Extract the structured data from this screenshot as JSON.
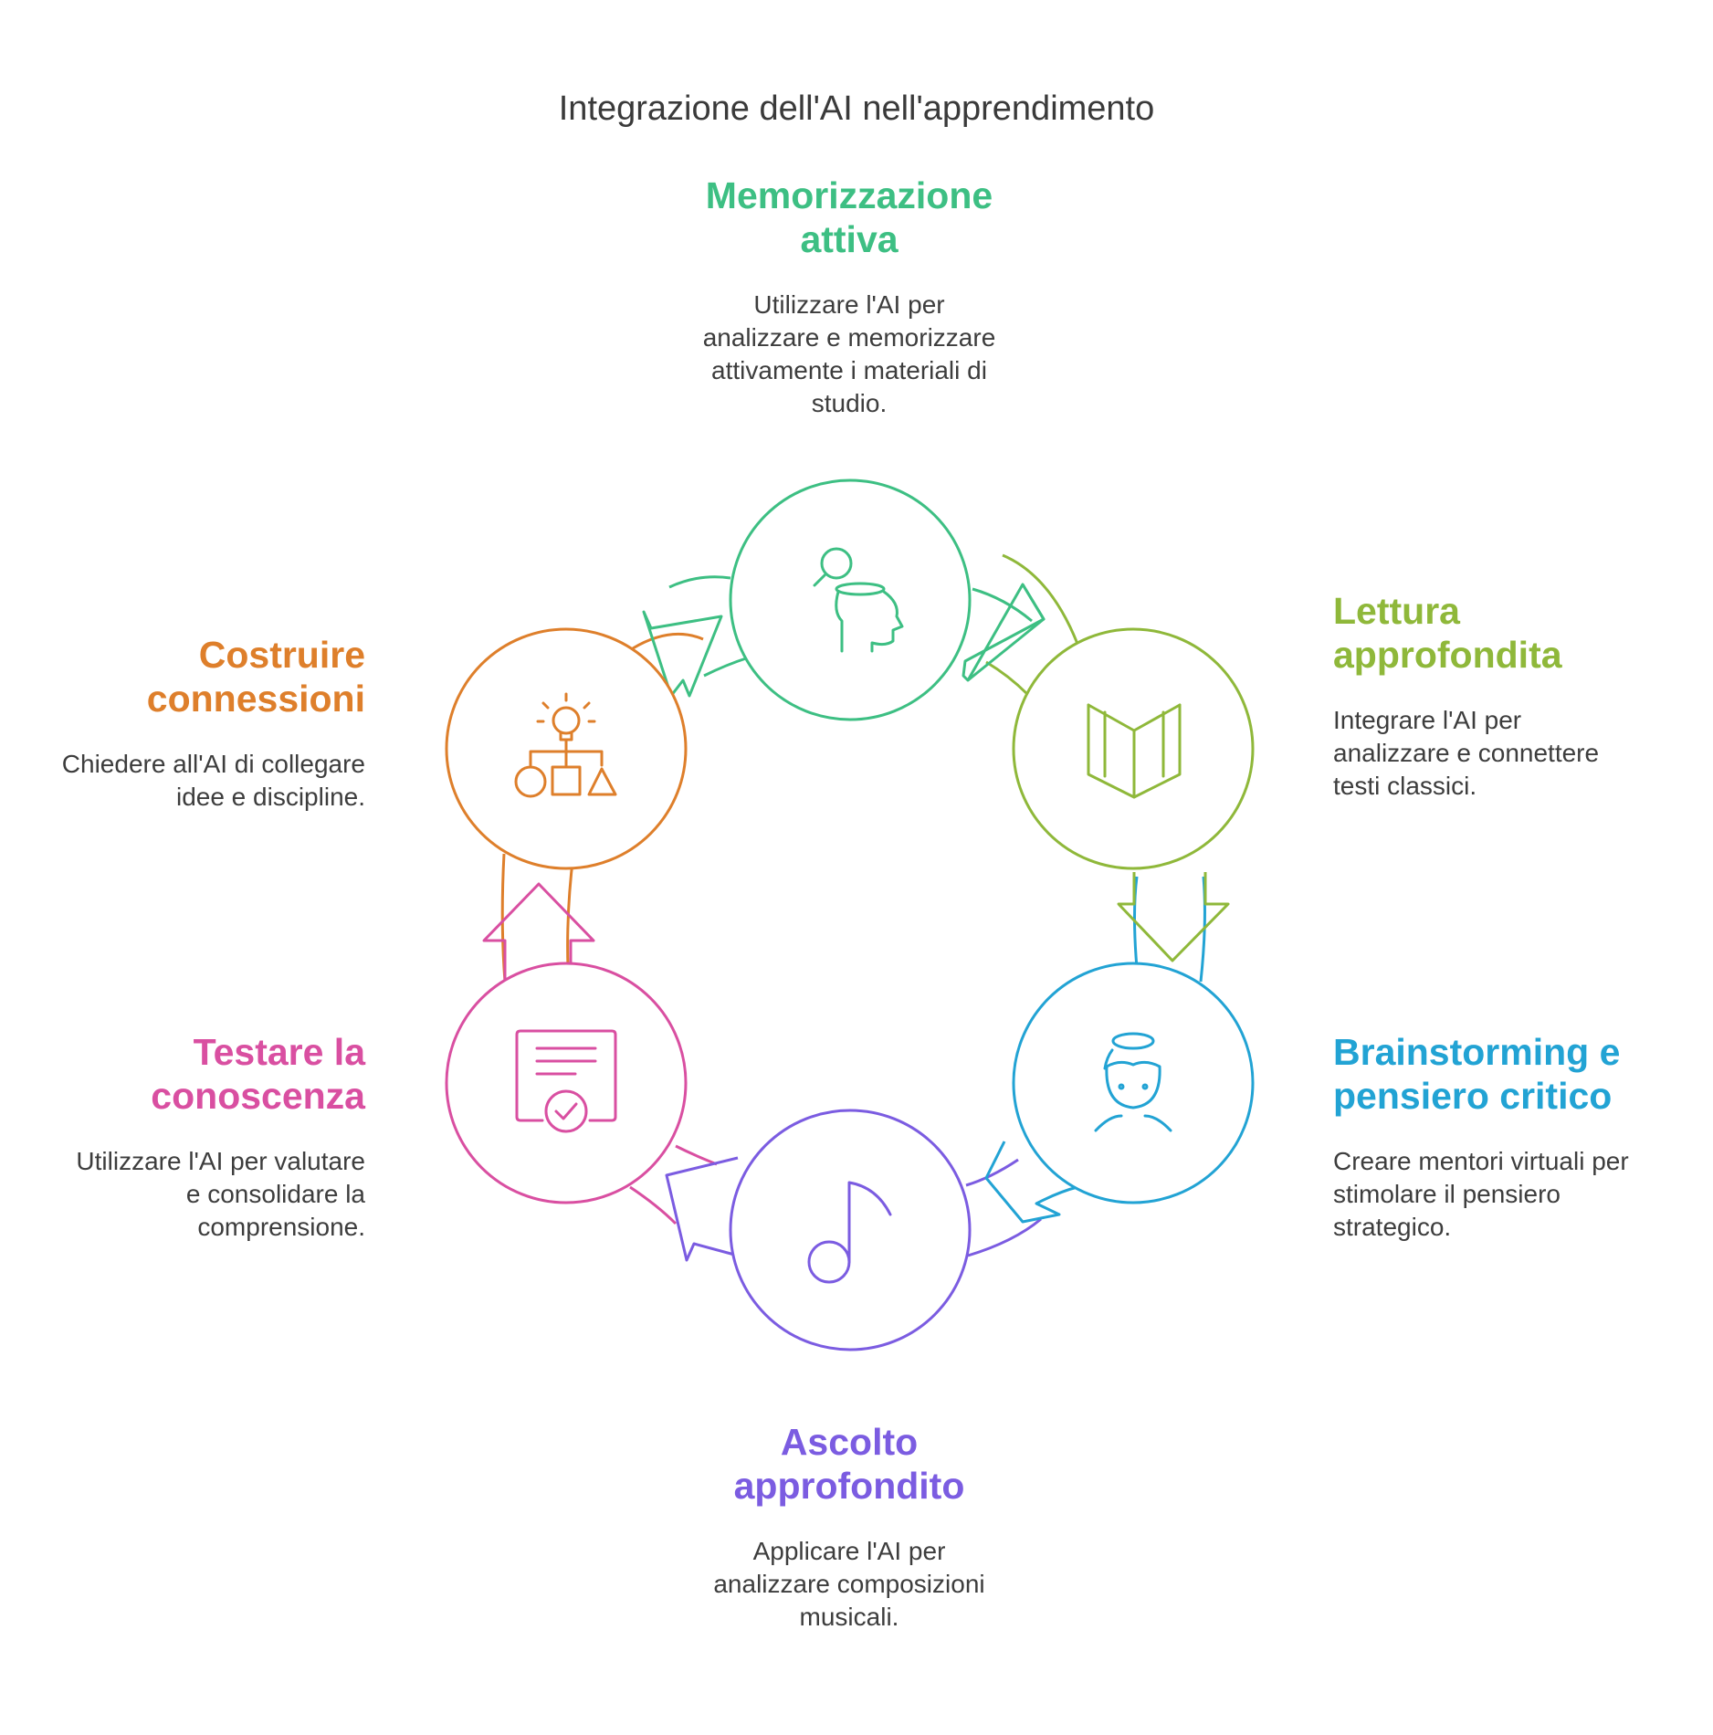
{
  "title": "Integrazione dell'AI nell'apprendimento",
  "steps": [
    {
      "id": "memorizzazione",
      "heading": "Memorizzazione\nattiva",
      "description": "Utilizzare l'AI per\nanalizzare e memorizzare\nattivamente i materiali di\nstudio.",
      "color": "#3DBF83",
      "icon": "head-search-icon"
    },
    {
      "id": "lettura",
      "heading": "Lettura\napprofondita",
      "description": "Integrare l'AI per\nanalizzare e connettere\ntesti classici.",
      "color": "#8FB83A",
      "icon": "open-book-icon"
    },
    {
      "id": "brainstorming",
      "heading": "Brainstorming e\npensiero critico",
      "description": "Creare mentori virtuali per\nstimolare il pensiero\nstrategico.",
      "color": "#22A3D4",
      "icon": "mentor-face-icon"
    },
    {
      "id": "ascolto",
      "heading": "Ascolto\napprofondito",
      "description": "Applicare l'AI per\nanalizzare composizioni\nmusicali.",
      "color": "#7B5CE1",
      "icon": "music-note-icon"
    },
    {
      "id": "testare",
      "heading": "Testare la\nconoscenza",
      "description": "Utilizzare l'AI per valutare\ne consolidare la\ncomprensione.",
      "color": "#D94FA1",
      "icon": "certificate-icon"
    },
    {
      "id": "costruire",
      "heading": "Costruire\nconnessioni",
      "description": "Chiedere all'AI di collegare\nidee e discipline.",
      "color": "#DE7F2B",
      "icon": "idea-shapes-icon"
    }
  ]
}
